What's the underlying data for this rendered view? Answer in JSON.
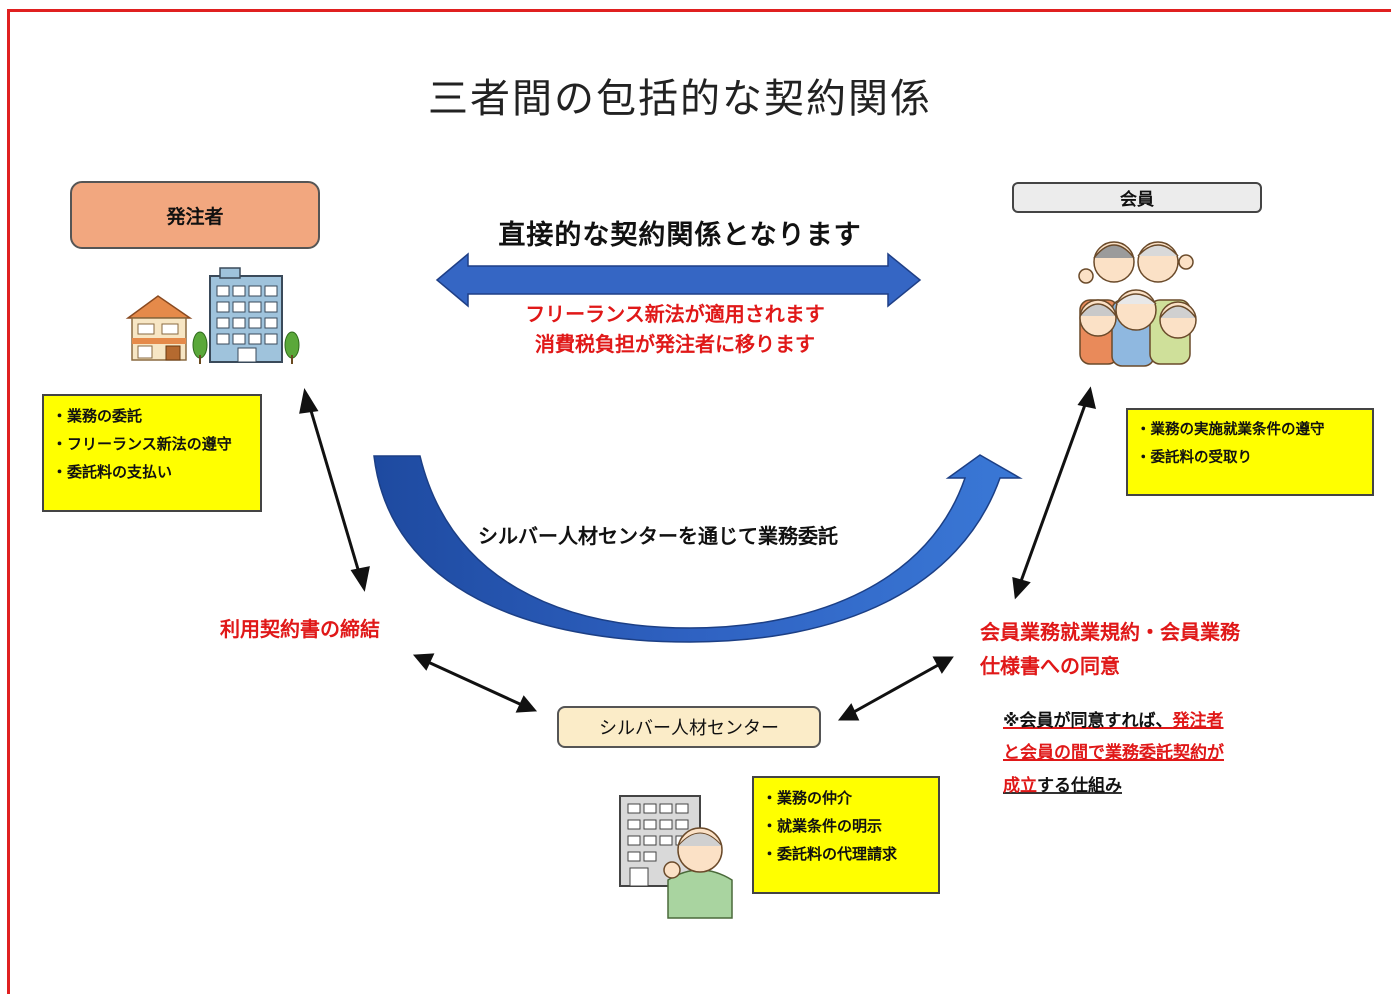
{
  "title": "三者間の包括的な契約関係",
  "client": {
    "label": "発注者",
    "notes": [
      "・業務の委託",
      "・フリーランス新法の遵守",
      "・委託料の支払い"
    ]
  },
  "member": {
    "label": "会員",
    "notes": [
      "・業務の実施就業条件の遵守",
      "・委託料の受取り"
    ]
  },
  "center": {
    "label": "シルバー人材センター",
    "notes": [
      "・業務の仲介",
      "・就業条件の明示",
      "・委託料の代理請求"
    ]
  },
  "direct": {
    "heading": "直接的な契約関係となります",
    "line1": "フリーランス新法が適用されます",
    "line2": "消費税負担が発注者に移ります"
  },
  "via_center": "シルバー人材センターを通じて業務委託",
  "usage_contract": "利用契約書の締結",
  "member_agreement": {
    "line1": "会員業務就業規約・会員業務",
    "line2": "仕様書への同意"
  },
  "footnote": {
    "line1_prefix": "※会員が同意すれば、",
    "line1_red": "発注者",
    "line2": "と会員の間で業務委託契約が",
    "line3_red": "成立",
    "line3_rest": "する仕組み"
  },
  "colors": {
    "frame": "#e02020",
    "arrow_blue": "#2f5fb8",
    "client_box": "#f2a77f",
    "member_box": "#ececec",
    "center_box": "#fbecc8",
    "note_yellow": "#ffff00",
    "emphasis_red": "#e01818"
  },
  "illustrations": [
    "house-and-office-building-icon",
    "elderly-members-group-icon",
    "center-building-with-staff-icon"
  ]
}
